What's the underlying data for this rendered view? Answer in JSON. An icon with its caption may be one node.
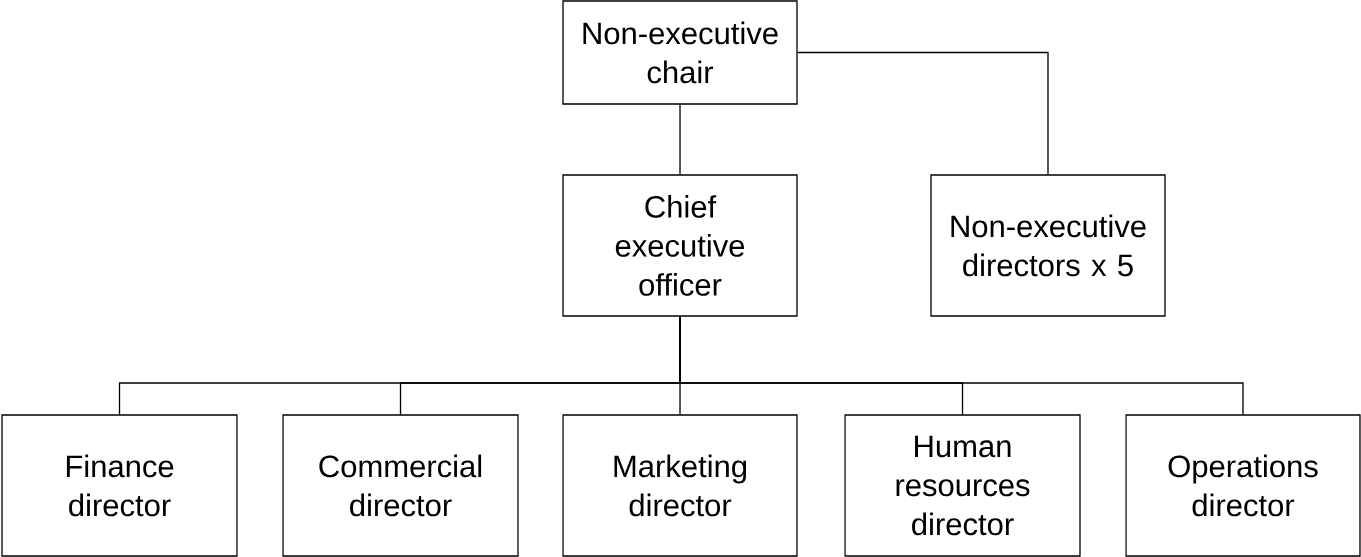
{
  "diagram": {
    "nodes": [
      {
        "text": [
          "Non-executive chair"
        ]
      },
      {
        "text": [
          "Chief executive officer"
        ]
      },
      {
        "text": [
          "Non-executive directors x 5"
        ]
      },
      {
        "text": [
          "Finance director"
        ]
      },
      {
        "text": [
          "Commercial director"
        ]
      },
      {
        "text": [
          "Marketing director"
        ]
      },
      {
        "text": [
          "Human resources director"
        ]
      },
      {
        "text": [
          "Operations director"
        ]
      }
    ],
    "edges": [
      {
        "from": 0,
        "to": 1,
        "arrow": "none"
      },
      {
        "from": 0,
        "to": 2,
        "arrow": "none"
      },
      {
        "from": 1,
        "to": 3,
        "arrow": "none"
      },
      {
        "from": 1,
        "to": 4,
        "arrow": "none"
      },
      {
        "from": 1,
        "to": 5,
        "arrow": "none"
      },
      {
        "from": 1,
        "to": 6,
        "arrow": "none"
      },
      {
        "from": 1,
        "to": 7,
        "arrow": "none"
      }
    ]
  }
}
